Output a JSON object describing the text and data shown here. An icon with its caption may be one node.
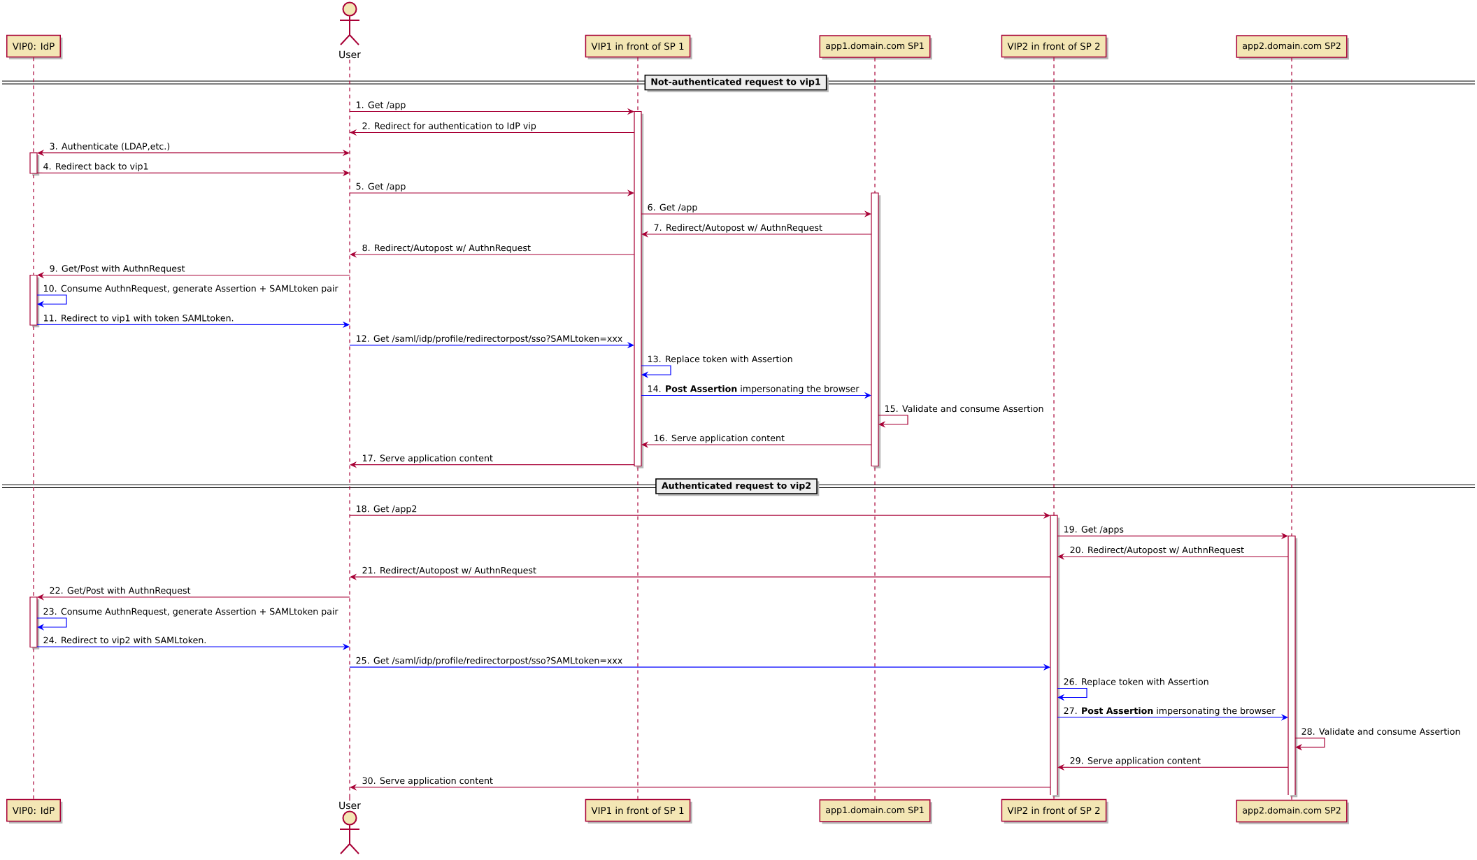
{
  "diagram": {
    "nodes": [
      {
        "text": [
          "VIP0: IdP"
        ]
      },
      {
        "text": [
          "User"
        ]
      },
      {
        "text": [
          "VIP1 in front of SP 1"
        ]
      },
      {
        "text": [
          "app1.domain.com SP1"
        ]
      },
      {
        "text": [
          "VIP2 in front of SP 2"
        ]
      },
      {
        "text": [
          "app2.domain.com SP2"
        ]
      },
      {
        "text": [
          "Not-authenticated request to vip1"
        ]
      },
      {
        "text": [
          "Authenticated request to vip2"
        ]
      },
      {
        "text": [
          "VIP0: IdP"
        ]
      },
      {
        "text": [
          "User"
        ]
      },
      {
        "text": [
          "VIP1 in front of SP 1"
        ]
      },
      {
        "text": [
          "app1.domain.com SP1"
        ]
      },
      {
        "text": [
          "VIP2 in front of SP 2"
        ]
      },
      {
        "text": [
          "app2.domain.com SP2"
        ]
      }
    ],
    "edges": [
      {
        "from": 1,
        "to": 2,
        "arrow": "to",
        "label": "1. Get /app"
      },
      {
        "from": 2,
        "to": 1,
        "arrow": "to",
        "label": "2. Redirect for authentication to IdP vip"
      },
      {
        "from": 0,
        "to": 1,
        "arrow": "both",
        "label": "3. Authenticate (LDAP,etc.)"
      },
      {
        "from": 0,
        "to": 1,
        "arrow": "to",
        "label": "4. Redirect back to vip1"
      },
      {
        "from": 1,
        "to": 2,
        "arrow": "to",
        "label": "5. Get /app"
      },
      {
        "from": 2,
        "to": 3,
        "arrow": "to",
        "label": "6. Get /app"
      },
      {
        "from": 3,
        "to": 2,
        "arrow": "to",
        "label": "7. Redirect/Autopost w/ AuthnRequest"
      },
      {
        "from": 2,
        "to": 1,
        "arrow": "to",
        "label": "8. Redirect/Autopost w/ AuthnRequest"
      },
      {
        "from": 1,
        "to": 0,
        "arrow": "to",
        "label": "9. Get/Post with AuthnRequest"
      },
      {
        "from": 0,
        "to": 0,
        "arrow": "to",
        "label": "10. Consume AuthnRequest, generate Assertion + SAMLtoken pair",
        "color": "#0000ff"
      },
      {
        "from": 0,
        "to": 1,
        "arrow": "to",
        "label": "11. Redirect to vip1 with token SAMLtoken.",
        "color": "#0000ff"
      },
      {
        "from": 1,
        "to": 2,
        "arrow": "to",
        "label": "12. Get /saml/idp/profile/redirectorpost/sso?SAMLtoken=xxx",
        "color": "#0000ff"
      },
      {
        "from": 2,
        "to": 2,
        "arrow": "to",
        "label": "13. Replace token with Assertion",
        "color": "#0000ff"
      },
      {
        "from": 2,
        "to": 3,
        "arrow": "to",
        "label": "14. **Post Assertion** impersonating the browser",
        "color": "#0000ff"
      },
      {
        "from": 3,
        "to": 3,
        "arrow": "to",
        "label": "15. Validate and consume Assertion"
      },
      {
        "from": 3,
        "to": 2,
        "arrow": "to",
        "label": "16. Serve application content"
      },
      {
        "from": 2,
        "to": 1,
        "arrow": "to",
        "label": "17. Serve application content"
      },
      {
        "from": 1,
        "to": 4,
        "arrow": "to",
        "label": "18. Get /app2"
      },
      {
        "from": 4,
        "to": 5,
        "arrow": "to",
        "label": "19. Get /apps"
      },
      {
        "from": 5,
        "to": 4,
        "arrow": "to",
        "label": "20. Redirect/Autopost w/ AuthnRequest"
      },
      {
        "from": 4,
        "to": 1,
        "arrow": "to",
        "label": "21. Redirect/Autopost w/ AuthnRequest"
      },
      {
        "from": 1,
        "to": 0,
        "arrow": "to",
        "label": "22. Get/Post with AuthnRequest"
      },
      {
        "from": 0,
        "to": 0,
        "arrow": "to",
        "label": "23. Consume AuthnRequest, generate Assertion + SAMLtoken pair",
        "color": "#0000ff"
      },
      {
        "from": 0,
        "to": 1,
        "arrow": "to",
        "label": "24. Redirect to vip2 with SAMLtoken.",
        "color": "#0000ff"
      },
      {
        "from": 1,
        "to": 4,
        "arrow": "to",
        "label": "25. Get /saml/idp/profile/redirectorpost/sso?SAMLtoken=xxx",
        "color": "#0000ff"
      },
      {
        "from": 4,
        "to": 4,
        "arrow": "to",
        "label": "26. Replace token with Assertion",
        "color": "#0000ff"
      },
      {
        "from": 4,
        "to": 5,
        "arrow": "to",
        "label": "27. **Post Assertion** impersonating the browser",
        "color": "#0000ff"
      },
      {
        "from": 5,
        "to": 5,
        "arrow": "to",
        "label": "28. Validate and consume Assertion"
      },
      {
        "from": 5,
        "to": 4,
        "arrow": "to",
        "label": "29. Serve application content"
      },
      {
        "from": 4,
        "to": 1,
        "arrow": "to",
        "label": "30. Serve application content"
      },
      {
        "from": 0,
        "to": 8,
        "arrow": "none",
        "style": "dashed"
      },
      {
        "from": 2,
        "to": 10,
        "arrow": "none",
        "style": "dashed"
      },
      {
        "from": 3,
        "to": 11,
        "arrow": "none",
        "style": "dashed"
      },
      {
        "from": 4,
        "to": 12,
        "arrow": "none",
        "style": "dashed"
      },
      {
        "from": 5,
        "to": 13,
        "arrow": "none",
        "style": "dashed"
      }
    ]
  }
}
